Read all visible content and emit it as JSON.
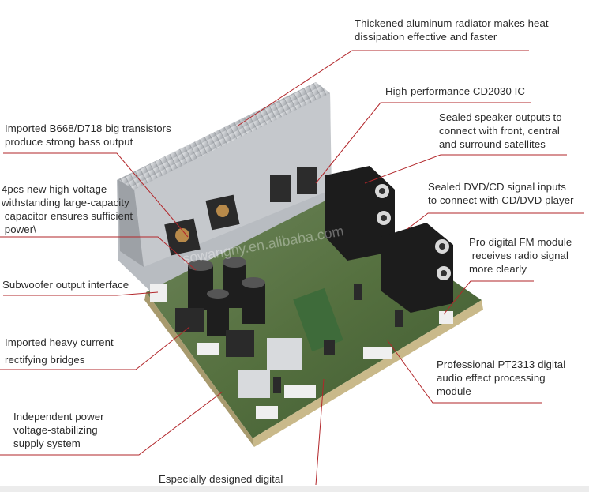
{
  "callouts": {
    "radiator": "Thickened aluminum radiator makes heat\ndissipation effective and faster",
    "ic": "High-performance CD2030 IC",
    "speaker_outputs": "Sealed speaker outputs to\nconnect with front, central\nand surround satellites",
    "signal_inputs": "Sealed DVD/CD signal inputs\nto connect with CD/DVD player",
    "fm_module": "Pro digital FM module\n receives radio signal\nmore clearly",
    "pt2313": "Professional PT2313 digital\naudio effect processing\nmodule",
    "transistors": "Imported B668/D718 big transistors\nproduce strong bass output",
    "capacitors": "4pcs new high-voltage-\nwithstanding large-capacity\n capacitor ensures sufficient\n power\\",
    "subwoofer": "Subwoofer output interface",
    "rectifier": "Imported heavy current\nrectifying bridges",
    "power_supply": "Independent power\nvoltage-stabilizing\nsupply system",
    "digital": "Especially designed digital"
  },
  "watermark": "sowangny.en.alibaba.com",
  "colors": {
    "callout_line": "#b2262a",
    "pcb": "#4f6b3c",
    "heatsink": "#c9ccd0"
  }
}
